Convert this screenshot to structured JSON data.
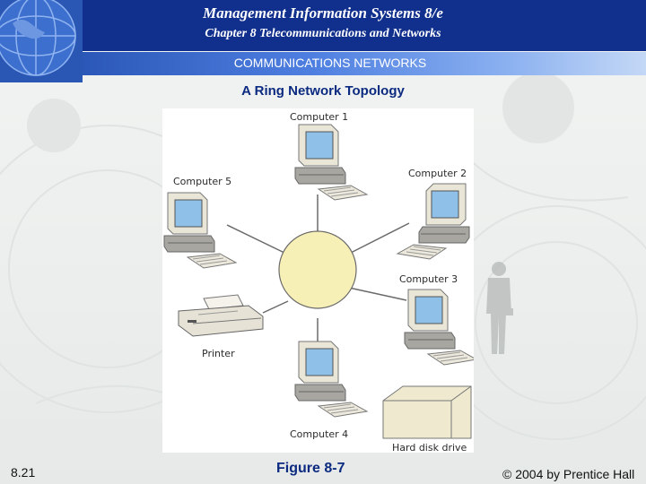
{
  "header": {
    "title": "Management Information Systems 8/e",
    "subtitle": "Chapter 8 Telecommunications and Networks"
  },
  "section": {
    "label": "COMMUNICATIONS NETWORKS"
  },
  "slide": {
    "title": "A Ring Network Topology"
  },
  "figure": {
    "nodes": {
      "computer1": "Computer 1",
      "computer2": "Computer 2",
      "computer3": "Computer 3",
      "computer4": "Computer 4",
      "computer5": "Computer 5",
      "printer": "Printer",
      "hard_disk": "Hard disk drive"
    },
    "caption": "Figure 8-7"
  },
  "footer": {
    "slide_number": "8.21",
    "copyright": "© 2004 by Prentice Hall"
  },
  "colors": {
    "header_bg": "#112f8c",
    "ring_fill": "#f7f0b6",
    "title_blue": "#0b2a80",
    "screen_blue": "#8ec0e8"
  },
  "icons": [
    "globe-icon",
    "computer-icon",
    "printer-icon",
    "hard-disk-icon",
    "businessman-silhouette"
  ]
}
